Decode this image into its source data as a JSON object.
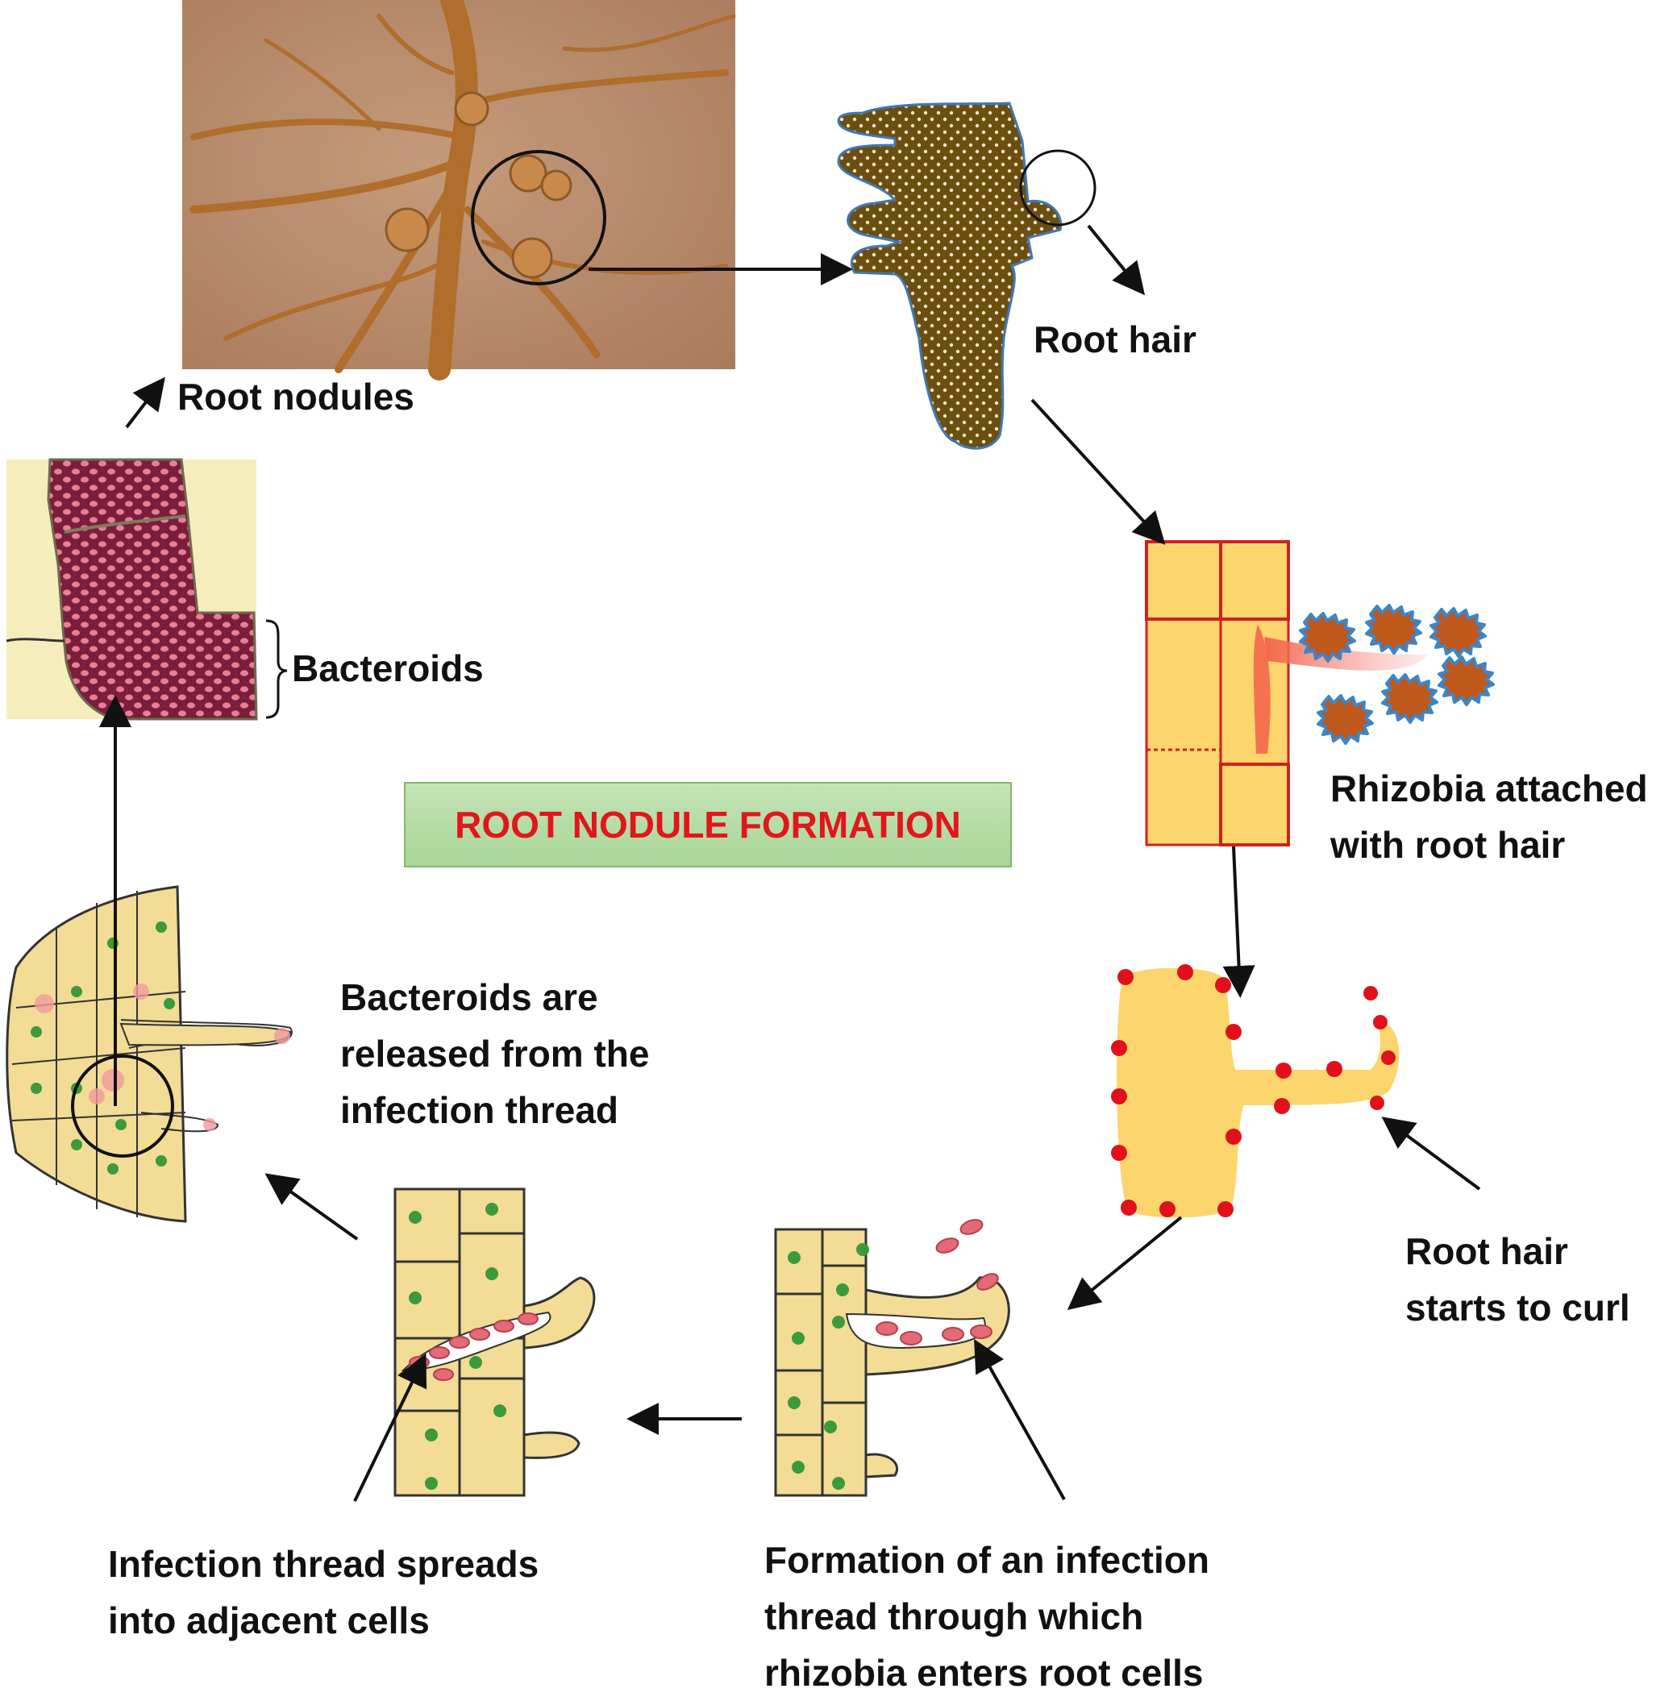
{
  "title": "ROOT NODULE FORMATION",
  "labels": {
    "root_nodules": "Root nodules",
    "root_hair": "Root hair",
    "rhizobia_attached": "Rhizobia attached\nwith root hair",
    "root_hair_curl": "Root hair\nstarts to curl",
    "infection_thread_formation": "Formation of an infection\nthread through which\nrhizobia enters root cells",
    "infection_thread_spreads": "Infection thread spreads\ninto adjacent cells",
    "bacteroids_released": "Bacteroids are\nreleased from the\ninfection thread",
    "bacteroids": "Bacteroids"
  },
  "colors": {
    "title_text": "#e2161d",
    "title_box": "#b5dca3",
    "root_dark": "#6b4f10",
    "cell_fill": "#f2dc96",
    "cell_wall": "#cc2222",
    "rhizobia": "#c0571b",
    "nucleus": "#3c9a3a",
    "bacteroid": "#e56a78",
    "bacteroid_bg": "#7b1e3b"
  }
}
